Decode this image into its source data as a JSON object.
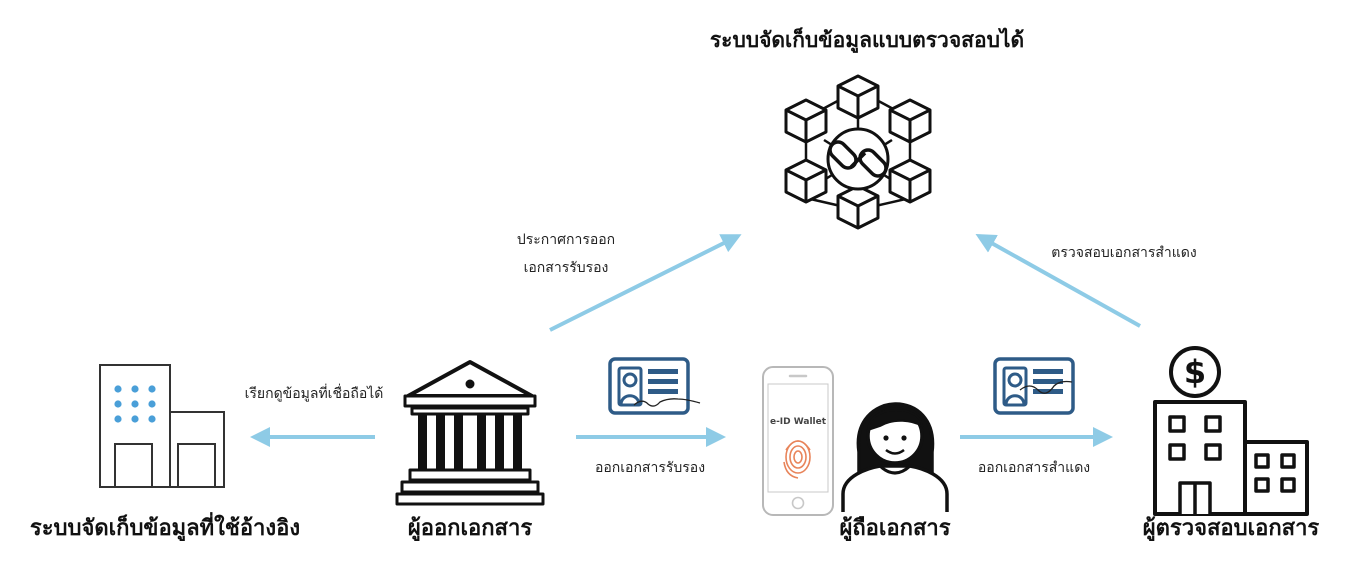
{
  "diagram": {
    "title": "ระบบจัดเก็บข้อมูลแบบตรวจสอบได้",
    "nodes": {
      "registry": "ระบบจัดเก็บข้อมูลที่ใช้อ้างอิง",
      "issuer": "ผู้ออกเอกสาร",
      "holder": "ผู้ถือเอกสาร",
      "verifier": "ผู้ตรวจสอบเอกสาร"
    },
    "edges": {
      "issuer_to_ledger_line1": "ประกาศการออก",
      "issuer_to_ledger_line2": "เอกสารรับรอง",
      "verifier_to_ledger": "ตรวจสอบเอกสารสำแดง",
      "issuer_to_registry": "เรียกดูข้อมูลที่เชื่อถือได้",
      "issuer_to_holder": "ออกเอกสารรับรอง",
      "holder_to_verifier": "ออกเอกสารสำแดง"
    },
    "phone_label": "e-ID Wallet",
    "bank_symbol": "$",
    "colors": {
      "arrow": "#8ecbe6",
      "line": "#111111",
      "card": "#2e5b87",
      "dots": "#4a9fd8",
      "fingerprint": "#e8845a"
    }
  }
}
